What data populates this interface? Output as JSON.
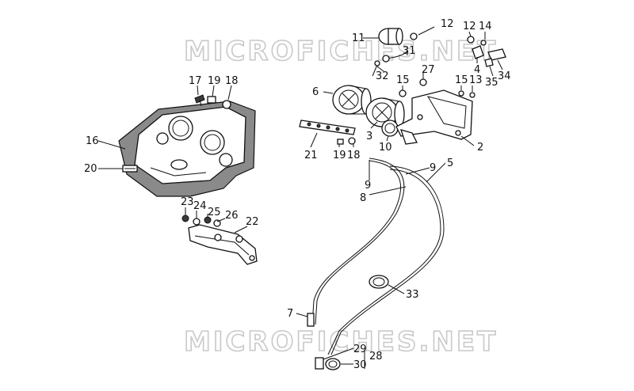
{
  "watermark": "MICROFICHES.NET",
  "callouts": [
    "11",
    "12",
    "12",
    "14",
    "31",
    "32",
    "27",
    "15",
    "15",
    "13",
    "35",
    "34",
    "4",
    "6",
    "3",
    "10",
    "2",
    "21",
    "19",
    "18",
    "17",
    "19",
    "18",
    "16",
    "20",
    "23",
    "24",
    "25",
    "26",
    "22",
    "9",
    "9",
    "5",
    "8",
    "33",
    "7",
    "29",
    "28",
    "30"
  ]
}
